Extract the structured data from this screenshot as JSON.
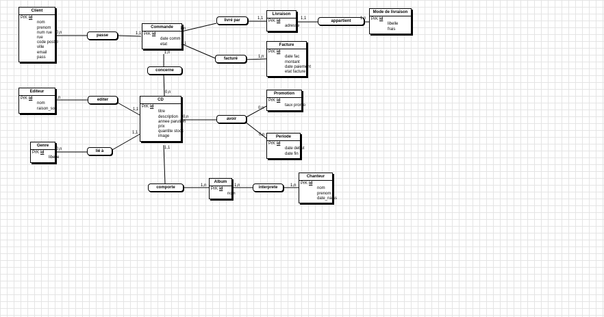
{
  "entities": {
    "client": {
      "title": "Client",
      "pk_label": "PrK",
      "pk": "id",
      "fields": [
        "nom",
        "prenom",
        "num rue",
        "rue",
        "code postal",
        "ville",
        "email",
        "pass"
      ]
    },
    "commande": {
      "title": "Commande",
      "pk_label": "PrK",
      "pk": "id",
      "fields": [
        "date comm",
        "etat"
      ]
    },
    "livraison": {
      "title": "Livraison",
      "pk_label": "PrK",
      "pk": "id",
      "fields": [
        "adresse"
      ]
    },
    "mode_livraison": {
      "title": "Mode de livraison",
      "pk_label": "PrK",
      "pk": "id",
      "fields": [
        "libelle",
        "frais"
      ]
    },
    "facture": {
      "title": "Facture",
      "pk_label": "PrK",
      "pk": "id",
      "fields": [
        "date fac",
        "montant",
        "date paiement",
        "etat facture"
      ]
    },
    "editeur": {
      "title": "Editeur",
      "pk_label": "PrK",
      "pk": "id",
      "fields": [
        "nom",
        "raison_soc"
      ]
    },
    "cd": {
      "title": "CD",
      "pk_label": "PrK",
      "pk": "id",
      "fields": [
        "titre",
        "description",
        "annee parution",
        "prix",
        "quantite stock",
        "image"
      ]
    },
    "promotion": {
      "title": "Promotion",
      "pk_label": "PrK",
      "pk": "id",
      "fields": [
        "taux promo"
      ]
    },
    "periode": {
      "title": "Periode",
      "pk_label": "PrK",
      "pk": "id",
      "fields": [
        "date debut",
        "date fin"
      ]
    },
    "genre": {
      "title": "Genre",
      "pk_label": "PrK",
      "pk": "id",
      "fields": [
        "libelle"
      ]
    },
    "album": {
      "title": "Album",
      "pk_label": "PrK",
      "pk": "id",
      "fields": [
        "nom"
      ]
    },
    "chanteur": {
      "title": "Chanteur",
      "pk_label": "PrK",
      "pk": "id",
      "fields": [
        "nom",
        "prenom",
        "date_naiss"
      ]
    }
  },
  "associations": {
    "passe": "passe",
    "livre_par": "livré par",
    "appartient": "appartient",
    "facture": "facturé",
    "concerne": "concerne",
    "editer": "editer",
    "avoir": "avoir",
    "lie_a": "lié à",
    "comporte": "comporte",
    "interprete": "interprete"
  },
  "cardinalities": {
    "client_passe": "0,n",
    "commande_passe": "1,1",
    "commande_livre": "1,n",
    "livraison_livre": "1,1",
    "livraison_appartient": "1,1",
    "mode_appartient": "1,n",
    "commande_facture": "1,1",
    "facture_facture": "1,n",
    "commande_concerne": "1,n",
    "cd_concerne": "0,n",
    "editeur_editer": "1,n",
    "cd_editer": "1,1",
    "cd_avoir": "0,n",
    "promotion_avoir": "0,n",
    "periode_avoir": "0,n",
    "genre_lie": "0,n",
    "cd_lie": "1,1",
    "cd_comporte": "1,1",
    "album_comporte": "1,n",
    "album_interprete": "1,n",
    "chanteur_interprete": "1,n"
  }
}
